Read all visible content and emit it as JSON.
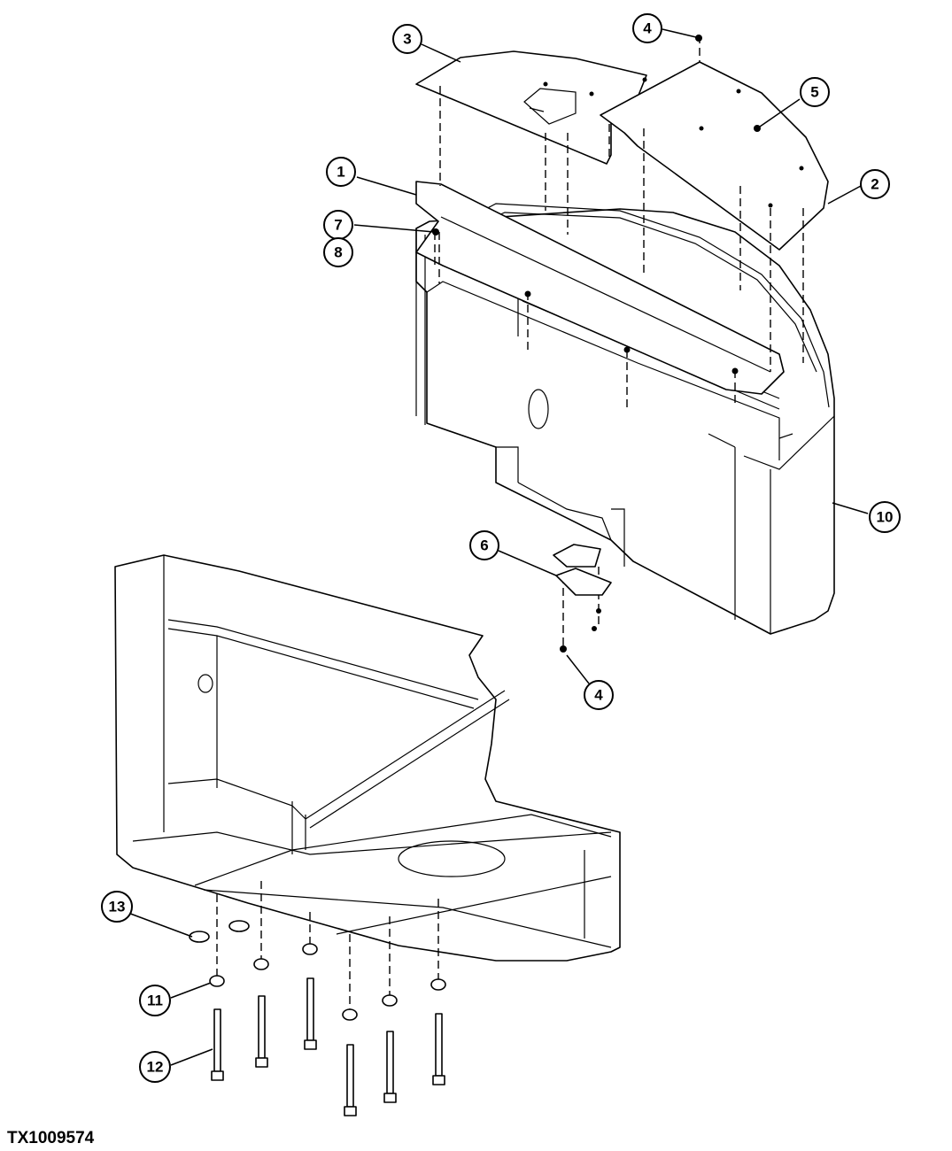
{
  "figure_id": "TX1009574",
  "callouts": [
    "1",
    "2",
    "3",
    "4",
    "4",
    "5",
    "6",
    "7",
    "8",
    "10",
    "11",
    "12",
    "13"
  ]
}
